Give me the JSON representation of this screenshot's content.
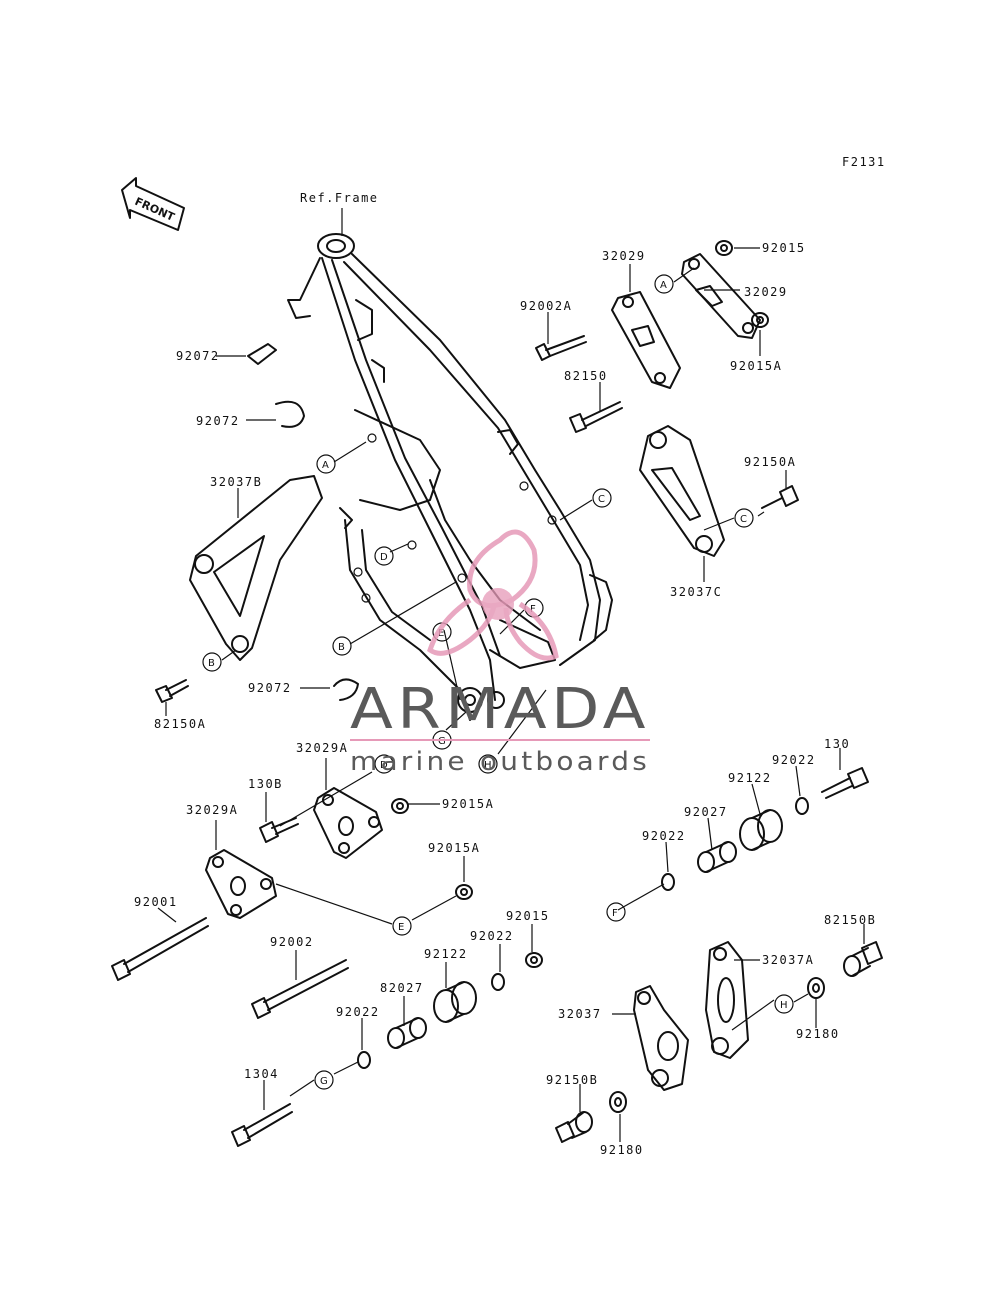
{
  "figure_code": "F2131",
  "front_label": "FRONT",
  "ref_frame_label": "Ref.Frame",
  "part_labels": [
    "92015",
    "32029",
    "32029",
    "92002A",
    "92015A",
    "82150",
    "92150A",
    "32037C",
    "92072",
    "92072",
    "32037B",
    "92072",
    "82150A",
    "32029A",
    "130B",
    "92015A",
    "32029A",
    "92001",
    "92015A",
    "92002",
    "92015",
    "92022",
    "92122",
    "82027",
    "92022",
    "1304",
    "130",
    "92022",
    "92122",
    "92027",
    "92022",
    "82150B",
    "32037A",
    "32037",
    "92180",
    "92150B",
    "92180"
  ],
  "circle_refs": [
    "A",
    "A",
    "B",
    "B",
    "C",
    "C",
    "D",
    "D",
    "E",
    "E",
    "F",
    "F",
    "G",
    "G",
    "H",
    "H"
  ],
  "watermark": {
    "brand": "ARMADA",
    "tagline": "marine outboards",
    "color_text": "#5a5a5a",
    "color_accent": "#e69ab8"
  }
}
